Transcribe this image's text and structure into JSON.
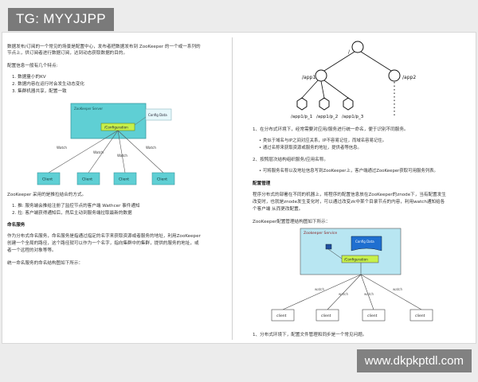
{
  "watermark_top": "TG: MYYJJPP",
  "watermark_bottom": "www.dkpkptdl.com",
  "left": {
    "intro_1": "数据发布/订阅的一个常见的场景是配置中心，发布者把数据发布到 ZooKeeper 的一个或一系列的",
    "intro_2": "节点上，供订阅者进行数据订阅，达到动态获取数据的目的。",
    "features_title": "配置信息一般有几个特点:",
    "features": [
      "1. 数据量小的KV",
      "2. 数据内容在运行时会发生动态变化",
      "3. 集群机器共享，配置一致"
    ],
    "diagram1": {
      "server_label": "ZooKeeper Server",
      "node_label": "/Configuration",
      "data_label": "Config Data",
      "watch_label": "Watch",
      "client_label": "Client"
    },
    "model_text": "ZooKeeper 采用的是推拉结合的方式。",
    "model_items": [
      "1. 推: 服务端会推给注册了监控节点的客户端 Wathcer 事件通知",
      "2. 拉: 客户端获得通知后，然后主动到服务端拉取最新的数据"
    ],
    "naming_title": "命名服务",
    "naming_1": "作为分布式命名服务，命名服务是指通过指定的名字来获取资源或者服务的地址，利用ZooKeeper",
    "naming_2": "创建一个全局的路径，这个路径就可以作为一个名字，指向集群中的集群，提供的服务的地址，或",
    "naming_3": "者一个远程的对象等等。",
    "structure_text": "统一命名服务的命名结构图如下所示："
  },
  "right": {
    "tree": {
      "root": "/",
      "app1": "/app1",
      "app2": "/app2",
      "leaves": [
        "/app1/p_1",
        "/app1/p_2",
        "/app1/p_3"
      ]
    },
    "item1": "1、在分布式环境下，经常需要对应用/服务进行统一命名，便于识别不同服务。",
    "item1_bullets": [
      "类似于域名与IP之间对应关系，IP不容易记住，而域名容易记住。",
      "通过名称来获取资源或服务的地址，提供者等信息。"
    ],
    "item2": "2、按照层次结构组织服务/应用名称。",
    "item2_bullets": [
      "可将服务名称以及地址信息写到ZooKeeper上，客户端通过ZooKeeper获取可用服务列表。"
    ],
    "config_title": "配置管理",
    "config_1": "程序分布式的部署在不同的机器上，将程序的配置信息放在ZooKeeper的znode下，当有配置发生",
    "config_2": "改变时，也就是znode发生变化时，可以通过改变zk中某个目录节点的内容，利用watch通知给各",
    "config_3": "个客户端 从而更改配置。",
    "structure_text": "ZooKeeper配置管理结构图如下所示：",
    "diagram2": {
      "server_label": "Zookeeper Service",
      "data_label": "Config Data",
      "node_label": "/Configuration",
      "watch_label": "watch",
      "client_label": "client"
    },
    "footer": "1、分布式环境下，配置文件管理和同步是一个常见问题。"
  }
}
